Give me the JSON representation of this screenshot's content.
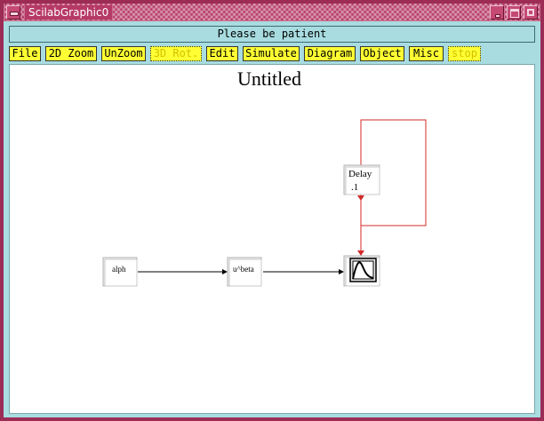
{
  "window": {
    "title": "ScilabGraphic0"
  },
  "status": {
    "message": "Please be patient"
  },
  "menu": {
    "items": [
      {
        "label": "File",
        "enabled": true
      },
      {
        "label": "2D Zoom",
        "enabled": true
      },
      {
        "label": "UnZoom",
        "enabled": true
      },
      {
        "label": "3D Rot.",
        "enabled": false
      },
      {
        "label": "Edit",
        "enabled": true
      },
      {
        "label": "Simulate",
        "enabled": true
      },
      {
        "label": "Diagram",
        "enabled": true
      },
      {
        "label": "Object",
        "enabled": true
      },
      {
        "label": "Misc",
        "enabled": true
      },
      {
        "label": "stop",
        "enabled": false
      }
    ]
  },
  "diagram": {
    "title": "Untitled",
    "blocks": {
      "alph": {
        "label": "alph"
      },
      "ubeta": {
        "label": "u^beta"
      },
      "delay": {
        "label": "Delay",
        "value": ".1"
      },
      "scope": {
        "icon": "scope-icon"
      }
    }
  },
  "colors": {
    "frame": "#9c2c54",
    "titlebar": "#b63a66",
    "background": "#a8dce0",
    "menu_button": "#ffff33",
    "event_link": "#d42a2a",
    "regular_link": "#000000"
  }
}
